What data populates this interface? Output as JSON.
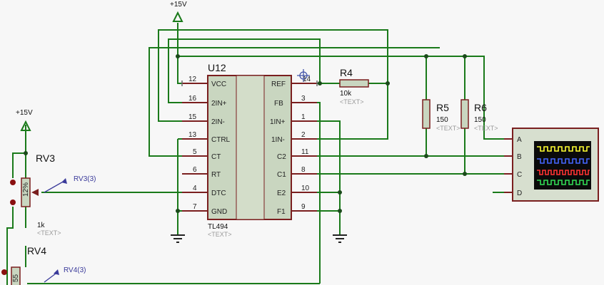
{
  "power": {
    "top_label": "+15V",
    "left_label": "+15V"
  },
  "ic": {
    "ref": "U12",
    "part": "TL494",
    "text_placeholder": "<TEXT>",
    "left_pins": [
      {
        "num": "12",
        "name": "VCC"
      },
      {
        "num": "16",
        "name": "2IN+"
      },
      {
        "num": "15",
        "name": "2IN-"
      },
      {
        "num": "13",
        "name": "CTRL"
      },
      {
        "num": "5",
        "name": "CT"
      },
      {
        "num": "6",
        "name": "RT"
      },
      {
        "num": "4",
        "name": "DTC"
      },
      {
        "num": "7",
        "name": "GND"
      }
    ],
    "right_pins": [
      {
        "num": "14",
        "name": "REF"
      },
      {
        "num": "3",
        "name": "FB"
      },
      {
        "num": "1",
        "name": "1IN+"
      },
      {
        "num": "2",
        "name": "1IN-"
      },
      {
        "num": "11",
        "name": "C2"
      },
      {
        "num": "8",
        "name": "C1"
      },
      {
        "num": "10",
        "name": "E2"
      },
      {
        "num": "9",
        "name": "F1"
      }
    ]
  },
  "resistors": {
    "r4": {
      "ref": "R4",
      "value": "10k",
      "text": "<TEXT>"
    },
    "r5": {
      "ref": "R5",
      "value": "150",
      "text": "<TEXT>"
    },
    "r6": {
      "ref": "R6",
      "value": "150",
      "text": "<TEXT>"
    }
  },
  "pots": {
    "rv3": {
      "ref": "RV3",
      "value": "1k",
      "text": "<TEXT>",
      "probe": "RV3(3)",
      "percent": "12%"
    },
    "rv4": {
      "ref": "RV4",
      "probe": "RV4(3)",
      "percent": "55"
    }
  },
  "scope": {
    "channels": [
      "A",
      "B",
      "C",
      "D"
    ],
    "trace_colors": [
      "#ffff33",
      "#4466ff",
      "#ff3333",
      "#33dd55"
    ]
  }
}
